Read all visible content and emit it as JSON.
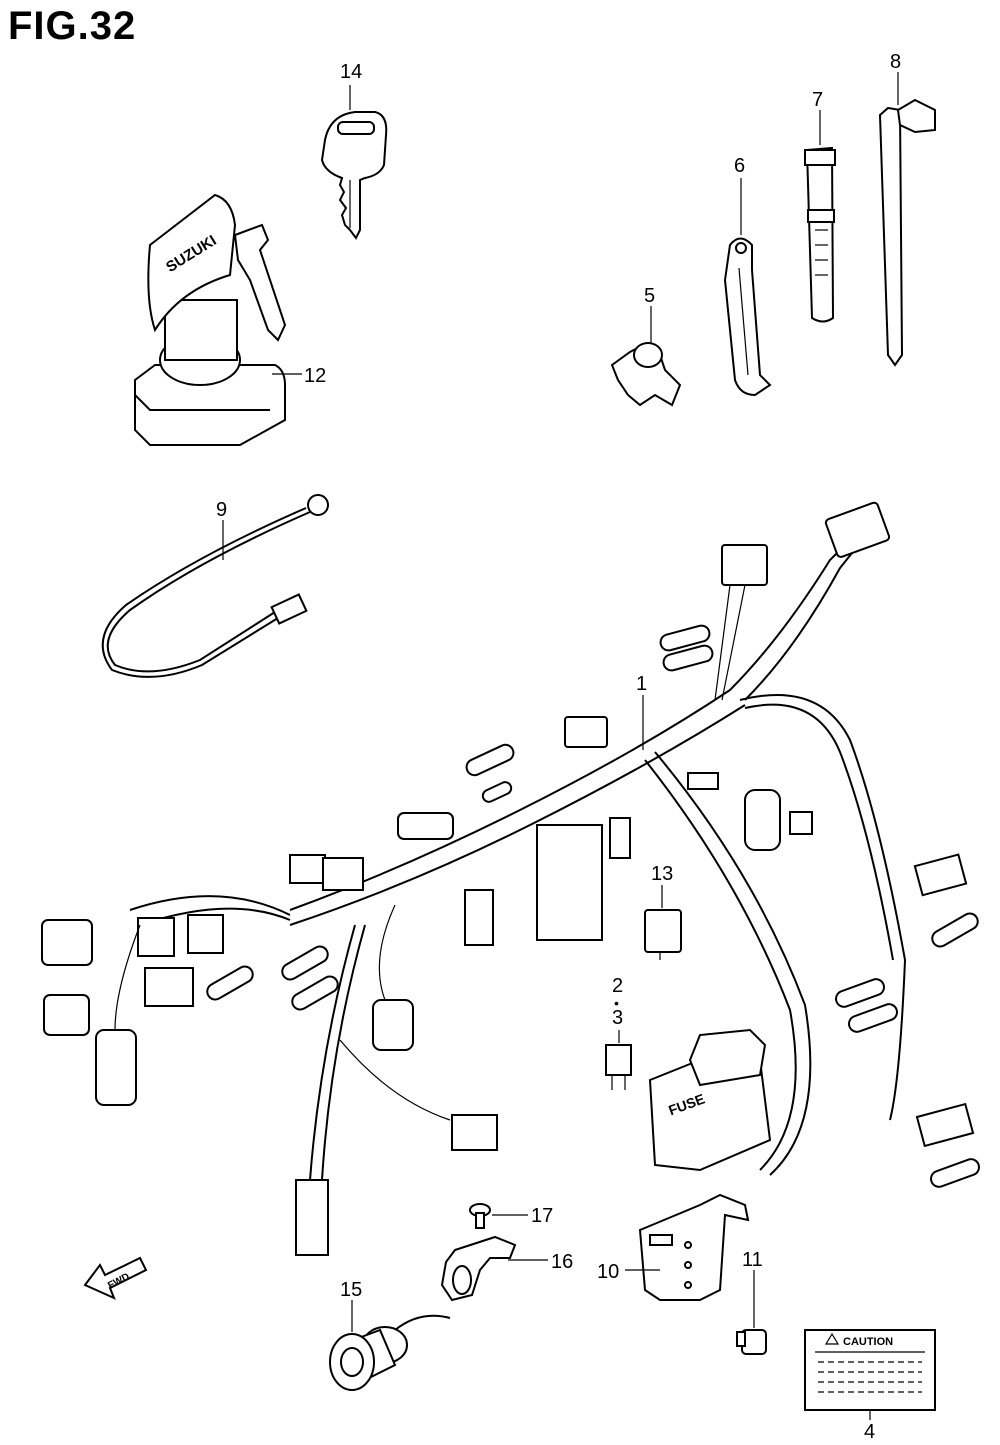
{
  "figure": {
    "title": "FIG.32"
  },
  "callouts": {
    "p1": "1",
    "p2": "2",
    "p2_dot": "•",
    "p3": "3",
    "p4": "4",
    "p5": "5",
    "p6": "6",
    "p7": "7",
    "p8": "8",
    "p9": "9",
    "p10": "10",
    "p11": "11",
    "p12": "12",
    "p13": "13",
    "p14": "14",
    "p15": "15",
    "p16": "16",
    "p17": "17"
  },
  "part_markings": {
    "ignition_switch_logo": "SUZUKI",
    "fuse_box": "FUSE",
    "caution_label": "CAUTION",
    "direction_arrow": "FWD"
  },
  "colors": {
    "line": "#000000",
    "background": "#ffffff"
  }
}
